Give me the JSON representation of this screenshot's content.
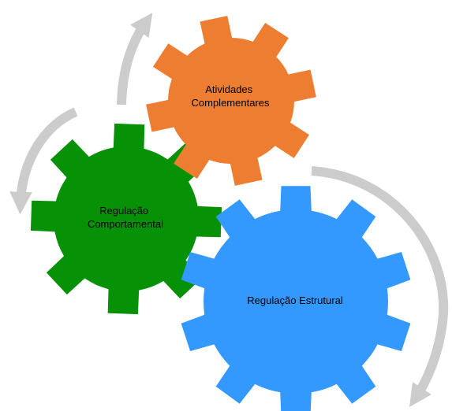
{
  "diagram": {
    "gears": [
      {
        "id": "orange",
        "label_lines": [
          "Atividades",
          "Complementares"
        ],
        "color": "#ED7D31"
      },
      {
        "id": "green",
        "label_lines": [
          "Regulação",
          "Comportamental"
        ],
        "color": "#079107"
      },
      {
        "id": "blue",
        "label_lines": [
          "Regulação Estrutural"
        ],
        "color": "#3399FF"
      }
    ],
    "arrow_color": "#CCCCCC"
  }
}
